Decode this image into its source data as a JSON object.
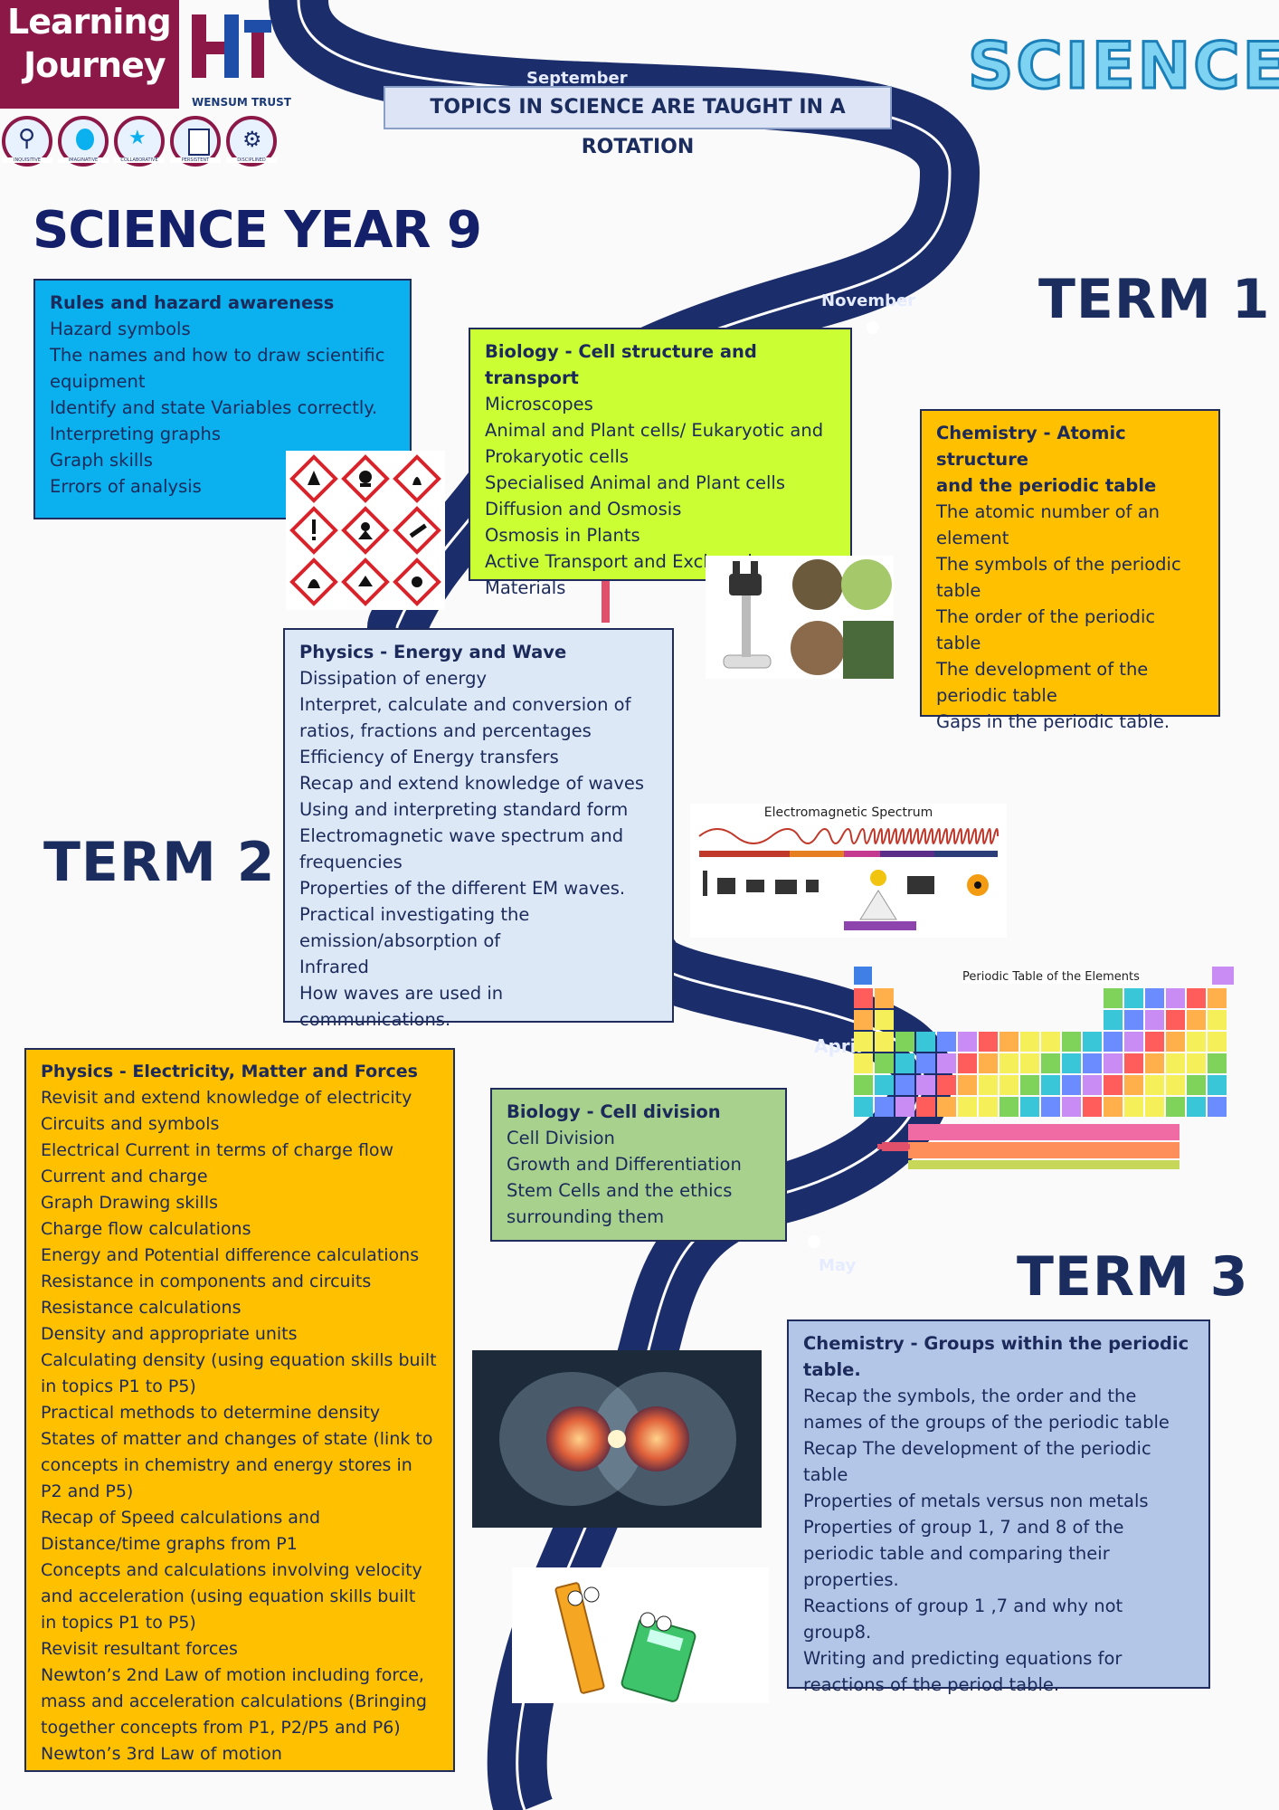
{
  "logo": {
    "line1": "Learning",
    "line2": "Journey",
    "trust": "WENSUM TRUST",
    "values": [
      "INQUISITIVE",
      "IMAGINATIVE",
      "COLLABORATIVE",
      "PERSISTENT",
      "DISCIPLINED"
    ]
  },
  "banner": "TOPICS IN SCIENCE ARE TAUGHT IN A ROTATION",
  "science_title": "SCIENCE",
  "page_title": "SCIENCE YEAR 9",
  "terms": [
    "TERM 1",
    "TERM 2",
    "TERM 3"
  ],
  "months": [
    "September",
    "November",
    "April",
    "May"
  ],
  "boxes": {
    "rules": {
      "title": "Rules and hazard awareness",
      "items": [
        "Hazard symbols",
        "The names and how to draw  scientific",
        "equipment",
        "Identify and state Variables correctly.",
        "Interpreting graphs",
        "Graph skills",
        "Errors of analysis"
      ]
    },
    "bio_cell": {
      "title": "Biology - Cell structure and transport",
      "items": [
        "Microscopes",
        "Animal and Plant cells/ Eukaryotic and",
        "Prokaryotic cells",
        "Specialised Animal and Plant cells",
        "Diffusion and Osmosis",
        "Osmosis in Plants",
        "Active Transport and Exchanging",
        "Materials"
      ]
    },
    "chem_atomic": {
      "title_l1": "Chemistry - Atomic structure",
      "title_l2": "and the periodic table",
      "items": [
        "The atomic number of an",
        "element",
        "The symbols of the periodic",
        "table",
        "The order of the periodic",
        "table",
        "The development of the",
        "periodic table",
        "Gaps in the periodic table."
      ]
    },
    "phys_energy": {
      "title": "Physics - Energy and Wave",
      "items": [
        "Dissipation of energy",
        "Interpret, calculate and conversion of",
        "ratios, fractions and percentages",
        "Efficiency of Energy transfers",
        "Recap and extend knowledge of waves",
        "Using and interpreting standard form",
        "Electromagnetic wave spectrum and",
        "frequencies",
        "Properties of the different EM waves.",
        "Practical investigating the",
        "emission/absorption of",
        "Infrared",
        "How waves are used in communications."
      ]
    },
    "phys_elec": {
      "title": "Physics - Electricity, Matter and Forces",
      "items": [
        "Revisit and extend knowledge of electricity",
        "Circuits and symbols",
        "Electrical Current in terms of charge flow",
        "Current and charge",
        "Graph Drawing skills",
        "Charge flow calculations",
        "Energy and Potential difference calculations",
        "Resistance in components and circuits",
        "Resistance calculations",
        "Density and appropriate units",
        "Calculating density (using equation skills built",
        "in topics P1 to P5)",
        "Practical methods to determine density",
        "States of matter and changes of state (link to",
        "concepts in chemistry and energy stores in",
        "P2 and P5)",
        "Recap of Speed calculations and",
        "Distance/time graphs from P1",
        "Concepts and calculations involving velocity",
        "and acceleration (using equation skills built",
        "in topics P1 to P5)",
        "Revisit resultant forces",
        "Newton’s 2nd Law of motion including force,",
        "mass and acceleration calculations (Bringing",
        "together concepts from P1, P2/P5 and P6)",
        "Newton’s 3rd Law of motion"
      ]
    },
    "bio_division": {
      "title": "Biology - Cell division",
      "items": [
        "Cell Division",
        "Growth and Differentiation",
        "Stem Cells and the ethics",
        "surrounding them"
      ]
    },
    "chem_groups": {
      "title_l1": "Chemistry - Groups within the periodic",
      "title_l2": "table.",
      "items": [
        "Recap the symbols, the order and the",
        "names of the groups of the periodic table",
        "Recap The development of the periodic",
        "table",
        "Properties of metals versus non metals",
        "Properties of group 1, 7 and 8 of the",
        "periodic table and comparing their",
        "properties.",
        "Reactions of group 1 ,7 and why not group8.",
        "Writing and predicting equations for",
        "reactions of the period table."
      ]
    }
  },
  "em_title": "Electromagnetic Spectrum",
  "pt_title": "Periodic Table of the Elements",
  "colors": {
    "road": "#1b2d6b",
    "rules_bg": "#0ab1ee",
    "bio_cell_bg": "#ccff33",
    "chem_bg": "#ffc000",
    "phys_energy_bg": "#dde8f6",
    "bio_div_bg": "#a9d18e",
    "chem_groups_bg": "#b4c6e7",
    "title_navy": "#14206a"
  }
}
